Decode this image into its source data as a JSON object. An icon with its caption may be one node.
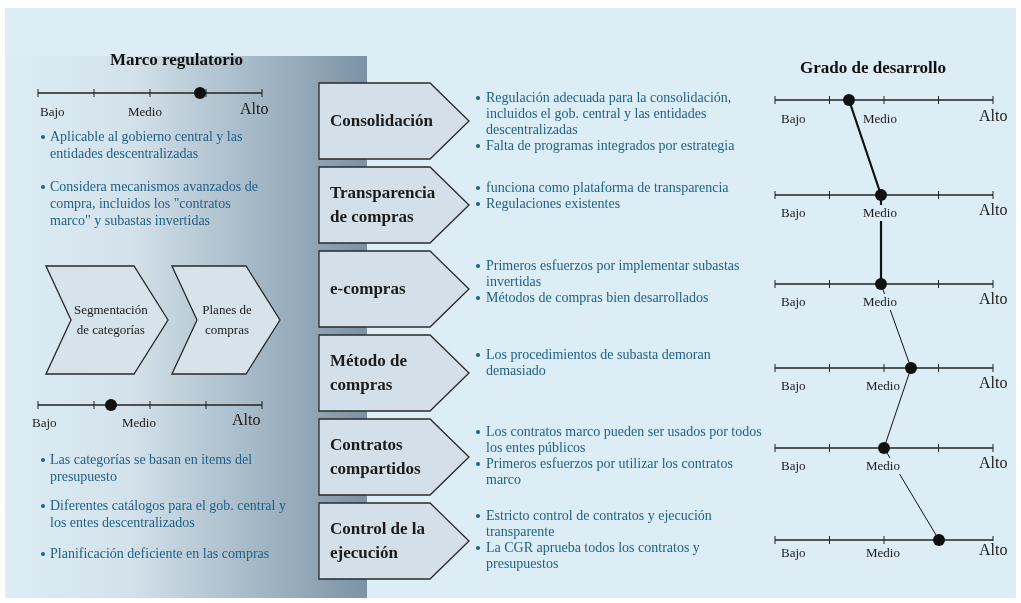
{
  "diagram": {
    "nodes": [
      {
        "text": [
          "Consolidación"
        ],
        "beside": [
          "Regulación adecuada para la consolidación, incluidos el gob. central y las entidades descentralizadas",
          "Falta de programas integrados por estrategia"
        ]
      },
      {
        "text": [
          "Transparencia de compras"
        ],
        "beside": [
          "funciona como plataforma de transparencia",
          "Regulaciones existentes"
        ]
      },
      {
        "text": [
          "e-compras"
        ],
        "beside": [
          "Primeros esfuerzos por implementar subastas invertidas",
          "Métodos de compras bien desarrollados"
        ]
      },
      {
        "text": [
          "Método de compras"
        ],
        "beside": [
          "Los procedimientos de subasta demoran demasiado"
        ]
      },
      {
        "text": [
          "Contratos compartidos"
        ],
        "beside": [
          "Los contratos marco pueden ser usados por todos los entes públicos",
          "Primeros esfuerzos por utilizar los contratos marco"
        ]
      },
      {
        "text": [
          "Control de la ejecución"
        ],
        "beside": [
          "Estricto control de contratos y ejecución transparente",
          "La CGR aprueba todos los contratos y presupuestos"
        ]
      },
      {
        "text": [
          "Segmentación de categorías"
        ]
      },
      {
        "text": [
          "Planes de compras"
        ]
      }
    ],
    "edges": [],
    "labels": [
      "Marco regulatorio",
      "Bajo",
      "Medio",
      "Alto",
      "Aplicable al gobierno central y las entidades descentralizadas",
      "Considera mecanismos avanzados de compra, incluidos los \"contratos marco\" y subastas invertidas",
      "Bajo",
      "Medio",
      "Alto",
      "Las categorías se basan en items del presupuesto",
      "Diferentes catálogos para el gob. central y los entes descentralizados",
      "Planificación deficiente en las compras",
      "Grado de desarrollo",
      "Bajo",
      "Medio",
      "Alto",
      "Bajo",
      "Medio",
      "Alto",
      "Bajo",
      "Medio",
      "Alto",
      "Bajo",
      "Medio",
      "Alto",
      "Bajo",
      "Medio",
      "Alto",
      "Bajo",
      "Medio",
      "Alto"
    ]
  }
}
